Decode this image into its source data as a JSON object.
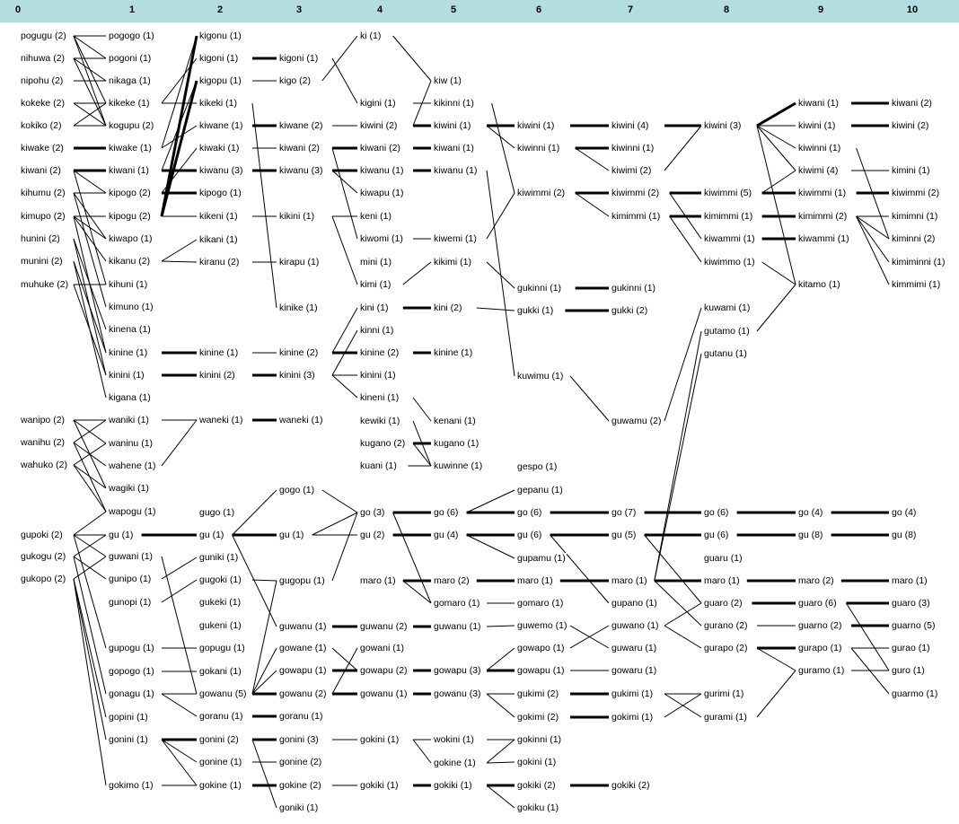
{
  "generations": [
    "0",
    "1",
    "2",
    "3",
    "4",
    "5",
    "6",
    "7",
    "8",
    "9",
    "10"
  ],
  "columns": [
    [
      [
        "pogugu (2)",
        40
      ],
      [
        "nihuwa (2)",
        65
      ],
      [
        "nipohu (2)",
        90
      ],
      [
        "kokeke (2)",
        115
      ],
      [
        "kokiko (2)",
        140
      ],
      [
        "kiwake (2)",
        165
      ],
      [
        "kiwani (2)",
        190
      ],
      [
        "kihumu (2)",
        215
      ],
      [
        "kimupo (2)",
        241
      ],
      [
        "hunini (2)",
        266
      ],
      [
        "munini (2)",
        291
      ],
      [
        "muhuke (2)",
        317
      ],
      [
        "wanipo (2)",
        468
      ],
      [
        "wanihu (2)",
        493
      ],
      [
        "wahuko (2)",
        518
      ],
      [
        "gupoki (2)",
        596
      ],
      [
        "gukogu (2)",
        620
      ],
      [
        "gukopo (2)",
        645
      ]
    ],
    [
      [
        "pogogo (1)",
        40
      ],
      [
        "pogoni (1)",
        65
      ],
      [
        "nikaga (1)",
        90
      ],
      [
        "kikeke (1)",
        115
      ],
      [
        "kogupu (2)",
        140
      ],
      [
        "kiwake (1)",
        165
      ],
      [
        "kiwani (1)",
        190
      ],
      [
        "kipogo (2)",
        215
      ],
      [
        "kipogu (2)",
        241
      ],
      [
        "kiwapo (1)",
        266
      ],
      [
        "kikanu (2)",
        291
      ],
      [
        "kihuni (1)",
        317
      ],
      [
        "kimuno (1)",
        342
      ],
      [
        "kinena (1)",
        367
      ],
      [
        "kinine (1)",
        393
      ],
      [
        "kinini (1)",
        418
      ],
      [
        "kigana (1)",
        443
      ],
      [
        "waniki (1)",
        468
      ],
      [
        "waninu (1)",
        494
      ],
      [
        "wahene (1)",
        519
      ],
      [
        "wagiki (1)",
        544
      ],
      [
        "wapogu (1)",
        570
      ],
      [
        "gu (1)",
        596
      ],
      [
        "guwani (1)",
        620
      ],
      [
        "gunipo (1)",
        645
      ],
      [
        "gunopi (1)",
        671
      ],
      [
        "gupogu (1)",
        722
      ],
      [
        "gopogo (1)",
        748
      ],
      [
        "gonagu (1)",
        773
      ],
      [
        "gopini (1)",
        799
      ],
      [
        "gonini (1)",
        824
      ],
      [
        "gokimo (1)",
        875
      ]
    ],
    [
      [
        "kigonu (1)",
        40
      ],
      [
        "kigoni (1)",
        65
      ],
      [
        "kigopu (1)",
        90
      ],
      [
        "kikeki (1)",
        115
      ],
      [
        "kiwane (1)",
        140
      ],
      [
        "kiwaki (1)",
        165
      ],
      [
        "kiwanu (3)",
        190
      ],
      [
        "kipogo (1)",
        215
      ],
      [
        "kikeni (1)",
        241
      ],
      [
        "kikani (1)",
        267
      ],
      [
        "kiranu (2)",
        292
      ],
      [
        "kinine (1)",
        393
      ],
      [
        "kinini (2)",
        418
      ],
      [
        "waneki (1)",
        468
      ],
      [
        "gugo (1)",
        571
      ],
      [
        "gu (1)",
        596
      ],
      [
        "guniki (1)",
        621
      ],
      [
        "gugoki (1)",
        646
      ],
      [
        "gukeki (1)",
        671
      ],
      [
        "gukeni (1)",
        697
      ],
      [
        "gopugu (1)",
        722
      ],
      [
        "gokani (1)",
        748
      ],
      [
        "gowanu (5)",
        773
      ],
      [
        "goranu (1)",
        798
      ],
      [
        "gonini (2)",
        824
      ],
      [
        "gonine (1)",
        849
      ],
      [
        "gokine (1)",
        875
      ]
    ],
    [
      [
        "kigoni (1)",
        65
      ],
      [
        "kigo (2)",
        90
      ],
      [
        "kiwane (2)",
        140
      ],
      [
        "kiwani (2)",
        165
      ],
      [
        "kiwanu (3)",
        190
      ],
      [
        "kikini (1)",
        241
      ],
      [
        "kirapu (1)",
        292
      ],
      [
        "kinike (1)",
        343
      ],
      [
        "kinine (2)",
        393
      ],
      [
        "kinini (3)",
        418
      ],
      [
        "waneki (1)",
        468
      ],
      [
        "gogo (1)",
        546
      ],
      [
        "gu (1)",
        596
      ],
      [
        "gugopu (1)",
        647
      ],
      [
        "guwanu (1)",
        698
      ],
      [
        "gowane (1)",
        722
      ],
      [
        "gowapu (1)",
        747
      ],
      [
        "gowanu (2)",
        773
      ],
      [
        "goranu (1)",
        798
      ],
      [
        "gonini (3)",
        824
      ],
      [
        "gonine (2)",
        849
      ],
      [
        "gokine (2)",
        875
      ],
      [
        "goniki (1)",
        900
      ]
    ],
    [
      [
        "ki (1)",
        40
      ],
      [
        "kigini (1)",
        115
      ],
      [
        "kiwini (2)",
        140
      ],
      [
        "kiwani (2)",
        165
      ],
      [
        "kiwanu (1)",
        190
      ],
      [
        "kiwapu (1)",
        215
      ],
      [
        "keni (1)",
        241
      ],
      [
        "kiwomi (1)",
        266
      ],
      [
        "mini (1)",
        292
      ],
      [
        "kimi (1)",
        317
      ],
      [
        "kini (1)",
        343
      ],
      [
        "kinni (1)",
        368
      ],
      [
        "kinine (2)",
        393
      ],
      [
        "kinini (1)",
        418
      ],
      [
        "kineni (1)",
        443
      ],
      [
        "kewiki (1)",
        469
      ],
      [
        "kugano (2)",
        494
      ],
      [
        "kuani (1)",
        519
      ],
      [
        "go (3)",
        571
      ],
      [
        "gu (2)",
        596
      ],
      [
        "maro (1)",
        647
      ],
      [
        "guwanu (2)",
        698
      ],
      [
        "gowani (1)",
        722
      ],
      [
        "gowapu (2)",
        747
      ],
      [
        "gowanu (1)",
        773
      ],
      [
        "gokini (1)",
        824
      ],
      [
        "gokiki (1)",
        875
      ]
    ],
    [
      [
        "kiw (1)",
        90
      ],
      [
        "kikinni (1)",
        115
      ],
      [
        "kiwini (1)",
        140
      ],
      [
        "kiwani (1)",
        165
      ],
      [
        "kiwanu (1)",
        190
      ],
      [
        "kiwemi (1)",
        266
      ],
      [
        "kikimi (1)",
        292
      ],
      [
        "kini (2)",
        343
      ],
      [
        "kinine (1)",
        393
      ],
      [
        "kenani (1)",
        469
      ],
      [
        "kugano (1)",
        494
      ],
      [
        "kuwinne (1)",
        519
      ],
      [
        "go (6)",
        571
      ],
      [
        "gu (4)",
        596
      ],
      [
        "maro (2)",
        647
      ],
      [
        "gomaro (1)",
        672
      ],
      [
        "guwanu (1)",
        698
      ],
      [
        "gowapu (3)",
        747
      ],
      [
        "gowanu (3)",
        773
      ],
      [
        "wokini (1)",
        824
      ],
      [
        "gokine (1)",
        850
      ],
      [
        "gokiki (1)",
        875
      ]
    ],
    [
      [
        "kiwini (1)",
        140
      ],
      [
        "kiwinni (1)",
        165
      ],
      [
        "kiwimmi (2)",
        215
      ],
      [
        "gukinni (1)",
        321
      ],
      [
        "gukki (1)",
        346
      ],
      [
        "kuwimu (1)",
        419
      ],
      [
        "gespo (1)",
        520
      ],
      [
        "gepanu (1)",
        546
      ],
      [
        "go (6)",
        571
      ],
      [
        "gu (6)",
        596
      ],
      [
        "gupamu (1)",
        622
      ],
      [
        "maro (1)",
        647
      ],
      [
        "gomaro (1)",
        672
      ],
      [
        "guwemo (1)",
        697
      ],
      [
        "gowapo (1)",
        722
      ],
      [
        "gowapu (1)",
        747
      ],
      [
        "gukimi (2)",
        773
      ],
      [
        "gokimi (2)",
        799
      ],
      [
        "gokinni (1)",
        824
      ],
      [
        "gokini (1)",
        849
      ],
      [
        "gokiki (2)",
        875
      ],
      [
        "gokiku (1)",
        900
      ]
    ],
    [
      [
        "kiwini (4)",
        140
      ],
      [
        "kiwinni (1)",
        165
      ],
      [
        "kiwimi (2)",
        190
      ],
      [
        "kiwimmi (2)",
        215
      ],
      [
        "kimimmi (1)",
        241
      ],
      [
        "gukinni (1)",
        321
      ],
      [
        "gukki (2)",
        346
      ],
      [
        "guwamu (2)",
        469
      ],
      [
        "go (7)",
        571
      ],
      [
        "gu (5)",
        596
      ],
      [
        "maro (1)",
        647
      ],
      [
        "gupano (1)",
        672
      ],
      [
        "guwano (1)",
        697
      ],
      [
        "guwaru (1)",
        722
      ],
      [
        "gowaru (1)",
        747
      ],
      [
        "gukimi (1)",
        773
      ],
      [
        "gokimi (1)",
        799
      ],
      [
        "gokiki (2)",
        875
      ]
    ],
    [
      [
        "kiwini (3)",
        140
      ],
      [
        "kiwimmi (5)",
        215
      ],
      [
        "kimimmi (1)",
        241
      ],
      [
        "kiwammi (1)",
        266
      ],
      [
        "kiwimmo (1)",
        292
      ],
      [
        "kuwami (1)",
        343
      ],
      [
        "gutamo (1)",
        369
      ],
      [
        "gutanu (1)",
        394
      ],
      [
        "go (6)",
        571
      ],
      [
        "gu (6)",
        596
      ],
      [
        "guaru (1)",
        622
      ],
      [
        "maro (1)",
        647
      ],
      [
        "guaro (2)",
        672
      ],
      [
        "gurano (2)",
        697
      ],
      [
        "gurapo (2)",
        722
      ],
      [
        "gurimi (1)",
        773
      ],
      [
        "gurami (1)",
        799
      ]
    ],
    [
      [
        "kiwani (1)",
        115
      ],
      [
        "kiwini (1)",
        140
      ],
      [
        "kiwinni (1)",
        165
      ],
      [
        "kiwimi (4)",
        190
      ],
      [
        "kiwimmi (1)",
        215
      ],
      [
        "kimimmi (2)",
        241
      ],
      [
        "kiwammi (1)",
        266
      ],
      [
        "kitamo (1)",
        317
      ],
      [
        "go (4)",
        571
      ],
      [
        "gu (8)",
        596
      ],
      [
        "maro (2)",
        647
      ],
      [
        "guaro (6)",
        672
      ],
      [
        "guarno (2)",
        697
      ],
      [
        "gurapo (1)",
        722
      ],
      [
        "guramo (1)",
        747
      ]
    ],
    [
      [
        "kiwani (2)",
        115
      ],
      [
        "kiwini (2)",
        140
      ],
      [
        "kimini (1)",
        190
      ],
      [
        "kiwimmi (2)",
        215
      ],
      [
        "kimimni (1)",
        241
      ],
      [
        "kiminni (2)",
        266
      ],
      [
        "kimiminni (1)",
        292
      ],
      [
        "kimmimi (1)",
        317
      ],
      [
        "go (4)",
        571
      ],
      [
        "gu (8)",
        596
      ],
      [
        "maro (1)",
        647
      ],
      [
        "guaro (3)",
        672
      ],
      [
        "guarno (5)",
        697
      ],
      [
        "gurao (1)",
        722
      ],
      [
        "guro (1)",
        747
      ],
      [
        "guarmo (1)",
        773
      ]
    ]
  ]
}
